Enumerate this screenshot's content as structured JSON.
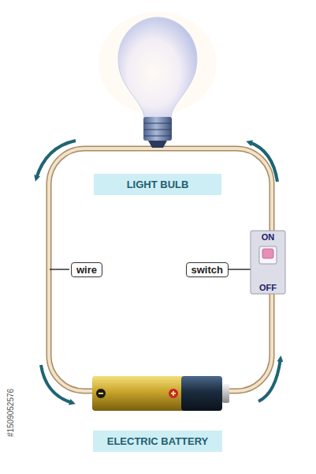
{
  "diagram": {
    "nodes": [
      {
        "text": [
          "LIGHT BULB"
        ]
      },
      {
        "text": [
          "wire"
        ]
      },
      {
        "text": [
          "switch"
        ]
      },
      {
        "text": [
          "ELECTRIC BATTERY"
        ]
      }
    ],
    "labels": [
      "ON",
      "OFF",
      "#1509052576"
    ]
  }
}
